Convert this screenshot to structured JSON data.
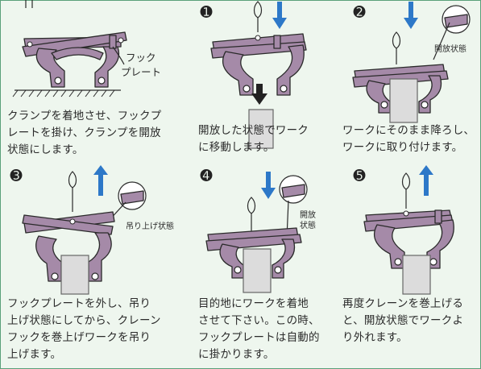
{
  "labels": {
    "hook_plate": [
      "フック",
      "プレート"
    ],
    "open_state": "開放状態",
    "lift_state": "吊り上げ状態",
    "open_state_stacked": [
      "開放",
      "状態"
    ]
  },
  "steps": {
    "step1": "➊",
    "step2": "➋",
    "step3": "➌",
    "step4": "➍",
    "step5": "➎"
  },
  "captions": {
    "intro": [
      "クランプを着地させ、フックプ",
      "レートを掛け、クランプを開放",
      "状態にします。"
    ],
    "step1": [
      "開放した状態でワーク",
      "に移動します。"
    ],
    "step2": [
      "ワークにそのまま降ろし、",
      "ワークに取り付けます。"
    ],
    "step3": [
      "フックプレートを外し、吊り",
      "上げ状態にしてから、クレーン",
      "フックを巻上げワークを吊り",
      "上げます。"
    ],
    "step4": [
      "目的地にワークを着地",
      "させて下さい。この時、",
      "フックプレートは自動的",
      "に掛かります。"
    ],
    "step5": [
      "再度クレーンを巻上げる",
      "と、開放状態でワークよ",
      "り外れます。"
    ]
  },
  "colors": {
    "clamp": "#a58aa8",
    "arrow_blue": "#2d78c8",
    "background": "#eef6ee"
  }
}
